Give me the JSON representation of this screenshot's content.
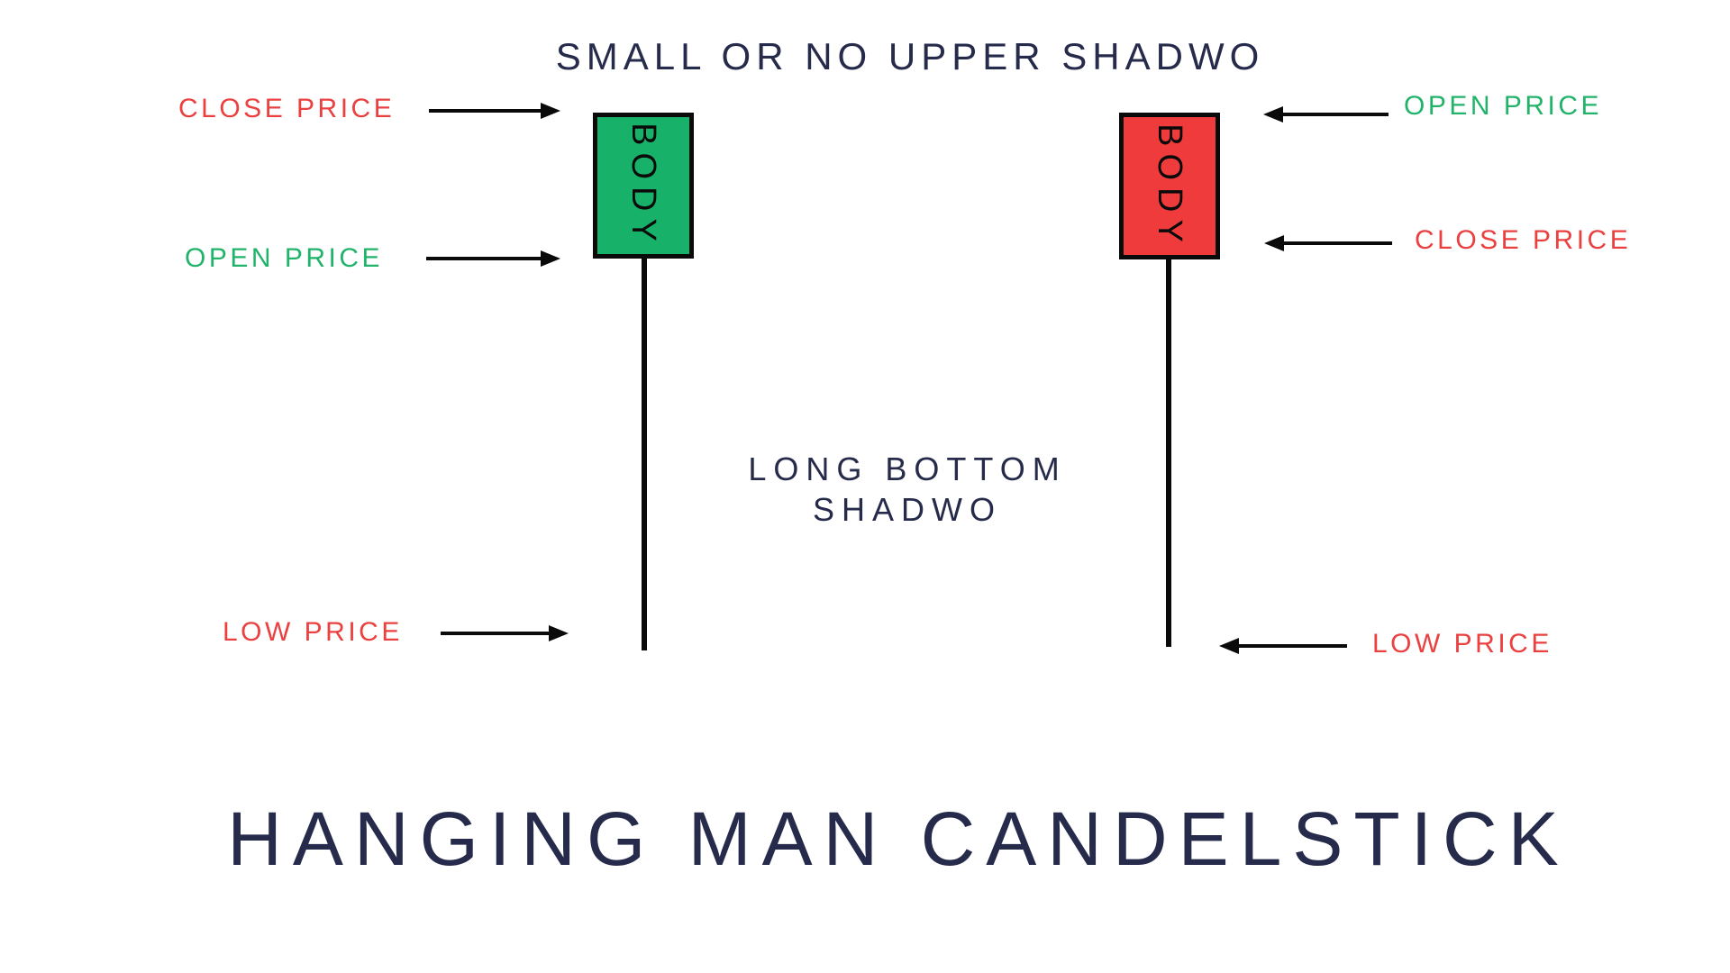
{
  "diagram": {
    "title": "HANGING MAN CANDELSTICK",
    "upper_shadow_note": "SMALL OR NO UPPER SHADWO",
    "lower_shadow_note_line1": "LONG BOTTOM",
    "lower_shadow_note_line2": "SHADWO"
  },
  "bullish_candle": {
    "body_label": "BODY",
    "close_label": "CLOSE PRICE",
    "open_label": "OPEN PRICE",
    "low_label": "LOW PRICE"
  },
  "bearish_candle": {
    "body_label": "BODY",
    "open_label": "OPEN PRICE",
    "close_label": "CLOSE PRICE",
    "low_label": "LOW PRICE"
  },
  "colors": {
    "navy_text": "#262B4B",
    "red_text": "#EB4040",
    "green_text": "#22B36B",
    "bullish_body_fill": "#17B169",
    "bearish_body_fill": "#EF3B3B",
    "line_black": "#0A0A0A"
  }
}
